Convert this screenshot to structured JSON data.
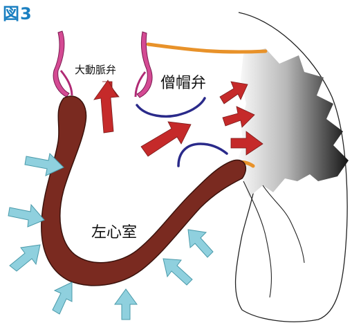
{
  "figure": {
    "title": "図3"
  },
  "labels": {
    "aortic_valve": "大動脈弁",
    "mitral_valve": "僧帽弁",
    "left_ventricle": "左心室"
  },
  "colors": {
    "title": "#1a7fc1",
    "ventricle_wall": "#7a2a20",
    "aortic_valve_tissue": "#d44a93",
    "mitral_leaflet": "#2a2a8a",
    "annulus": "#e8922a",
    "flow_arrow": "#c52a2a",
    "compression_arrow": "#8fd0de",
    "atrium_gradient_dark": "#1a1a1a"
  },
  "icons": {
    "flow_arrows": "red-arrow-icon",
    "compression_arrows": "light-blue-arrow-icon"
  }
}
